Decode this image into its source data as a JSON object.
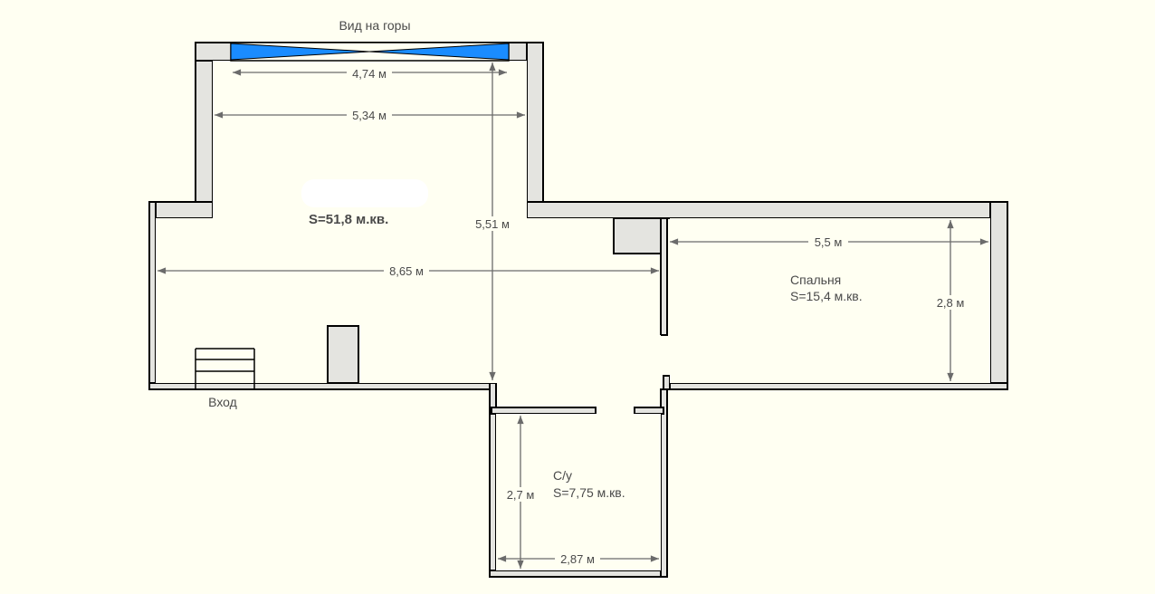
{
  "plan": {
    "view_label": "Вид на горы",
    "entrance_label": "Вход",
    "living": {
      "area": "S=51,8 м.кв."
    },
    "bedroom": {
      "name": "Спальня",
      "area": "S=15,4 м.кв."
    },
    "bathroom": {
      "name": "С/у",
      "area": "S=7,75 м.кв."
    },
    "dimensions": {
      "window_width": "4,74 м",
      "top_width": "5,34 м",
      "depth": "5,51 м",
      "total_width": "8,65 м",
      "bedroom_width": "5,5 м",
      "bedroom_depth": "2,8 м",
      "bath_depth": "2,7 м",
      "bath_width": "2,87 м"
    },
    "colors": {
      "window": "#1a8cff",
      "wall": "#e4e4e0",
      "background": "#FFFFF2"
    }
  }
}
